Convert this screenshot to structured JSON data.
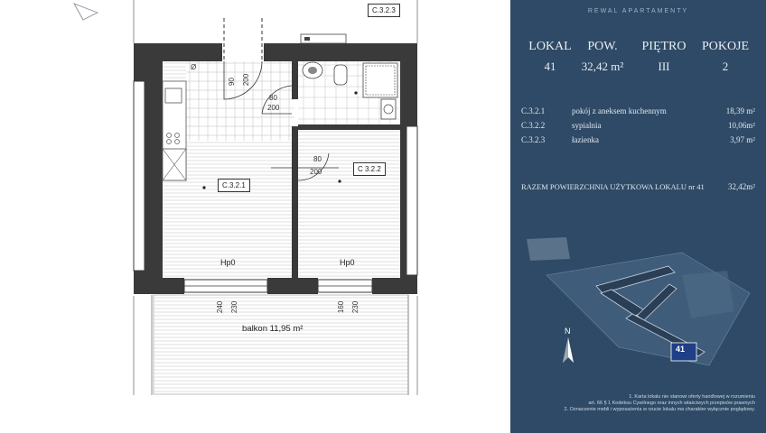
{
  "plan": {
    "labels": {
      "c321": "C.3.2.1",
      "c322": "C 3.2.2",
      "c323": "C.3.2.3",
      "hp0_left": "Hp0",
      "hp0_right": "Hp0",
      "balcony": "balkon 11,95 m²"
    },
    "dimensions": {
      "d90": "90",
      "d200a": "200",
      "d80a": "80",
      "d200b": "200",
      "d80b": "80",
      "d200c": "200",
      "d240": "240",
      "d230a": "230",
      "d160": "160",
      "d230b": "230",
      "phi": "Ø"
    }
  },
  "panel": {
    "brand": "REWAL APARTAMENTY",
    "headers": {
      "lokal": "LOKAL",
      "pow": "POW.",
      "pietro": "PIĘTRO",
      "pokoje": "POKOJE"
    },
    "values": {
      "lokal": "41",
      "pow": "32,42 m²",
      "pietro": "III",
      "pokoje": "2"
    },
    "rooms": [
      {
        "code": "C.3.2.1",
        "name": "pokój z aneksem kuchennym",
        "area": "18,39 m²"
      },
      {
        "code": "C.3.2.2",
        "name": "sypialnia",
        "area": "10,06m²"
      },
      {
        "code": "C.3.2.3",
        "name": "łazienka",
        "area": "3,97 m²"
      }
    ],
    "total_label": "RAZEM POWIERZCHNIA UŻYTKOWA LOKALU nr 41",
    "total_value": "32,42m²",
    "map_marker": "41",
    "compass": "N",
    "notes": [
      "1. Karta lokalu nie stanowi oferty handlowej w rozumieniu",
      "art. 66 § 1 Kodeksu Cywilnego oraz innych właściwych przepisów prawnych",
      "2. Oznaczenie mebli i wyposażenia w rzucie lokalu ma charakter wyłącznie poglądowy."
    ]
  }
}
